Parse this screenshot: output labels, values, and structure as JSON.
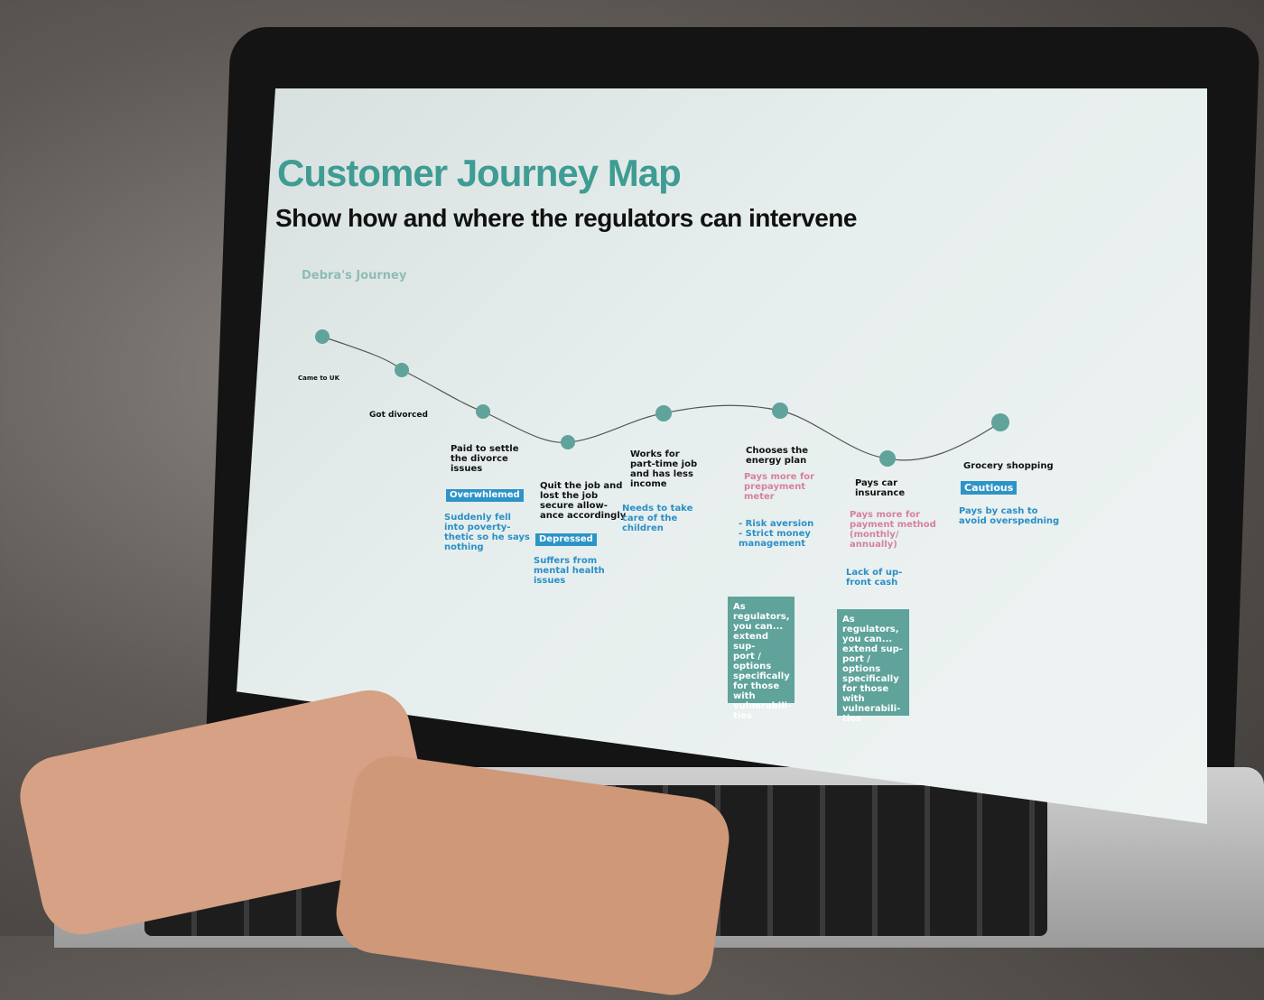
{
  "header": {
    "title": "Customer Journey Map",
    "subtitle": "Show how and where the regulators can intervene"
  },
  "journey_name": "Debra's Journey",
  "stages": [
    {
      "label": "Came to UK"
    },
    {
      "label": "Got divorced"
    },
    {
      "label": "Paid to settle\nthe divorce\nissues",
      "emotion": "Overwhlemed",
      "note": "Suddenly fell\ninto poverty-\nthetic so he says\nnothing"
    },
    {
      "label": "Quit the job and\nlost the job\nsecure allow-\nance accordingly",
      "emotion": "Depressed",
      "note": "Suffers from\nmental health\nissues"
    },
    {
      "label": "Works for\npart-time job\nand has less\nincome",
      "note": "Needs to take\ncare of the\nchildren"
    },
    {
      "label": "Chooses the\nenergy plan",
      "pain": "Pays more for\nprepayment\nmeter",
      "note": "- Risk aversion\n- Strict money\nmanagement",
      "regulator": "As regulators,\nyou can...\nextend sup-\nport / options\nspecifically\nfor those with\nvulnerabili-\nties"
    },
    {
      "label": "Pays car\ninsurance",
      "pain": "Pays more for\npayment method\n(monthly/\nannually)",
      "note": "Lack of up-\nfront cash",
      "regulator": "As regulators,\nyou can...\nextend sup-\nport / options\nspecifically\nfor those with\nvulnerabili-\nties"
    },
    {
      "label": "Grocery shopping",
      "emotion": "Cautious",
      "note": "Pays by cash to\navoid overspedning"
    }
  ],
  "colors": {
    "title": "#3f9c93",
    "node": "#5fa39b",
    "emotion_badge": "#2d94c8",
    "note": "#2b8fc6",
    "pain": "#d77fa2",
    "regulator_box": "#5fa39b"
  }
}
